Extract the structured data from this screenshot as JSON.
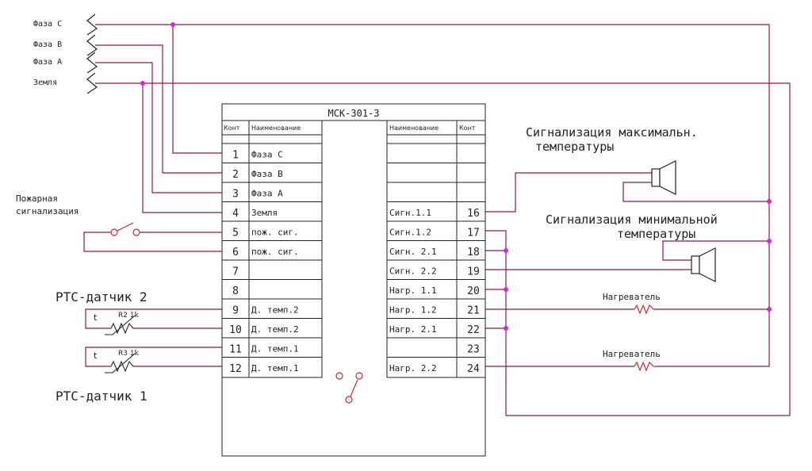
{
  "colors": {
    "wire": "#8b1a4a",
    "wire_red": "#cc2a2a",
    "junction": "#e020e0",
    "line": "#222222"
  },
  "supply": {
    "phase_c": "Фаза С",
    "phase_b": "Фаза В",
    "phase_a": "Фаза А",
    "ground": "Земля"
  },
  "device": {
    "title": "МСК-301-3",
    "left_header_kont": "Конт",
    "left_header_name": "Наименование",
    "right_header_name": "Наименование",
    "right_header_kont": "Конт",
    "left_rows": [
      {
        "num": "1",
        "name": "Фаза С"
      },
      {
        "num": "2",
        "name": "Фаза В"
      },
      {
        "num": "3",
        "name": "Фаза А"
      },
      {
        "num": "4",
        "name": "Земля"
      },
      {
        "num": "5",
        "name": "пож. сиг."
      },
      {
        "num": "6",
        "name": "пож. сиг."
      },
      {
        "num": "7",
        "name": ""
      },
      {
        "num": "8",
        "name": ""
      },
      {
        "num": "9",
        "name": "Д. темп.2"
      },
      {
        "num": "10",
        "name": "Д. темп.2"
      },
      {
        "num": "11",
        "name": "Д. темп.1"
      },
      {
        "num": "12",
        "name": "Д. темп.1"
      }
    ],
    "right_rows": [
      {
        "num": "",
        "name": ""
      },
      {
        "num": "",
        "name": ""
      },
      {
        "num": "",
        "name": ""
      },
      {
        "num": "16",
        "name": "Сигн.1.1"
      },
      {
        "num": "17",
        "name": "Сигн.1.2"
      },
      {
        "num": "18",
        "name": "Сигн. 2.1"
      },
      {
        "num": "19",
        "name": "Сигн. 2.2"
      },
      {
        "num": "20",
        "name": "Нагр. 1.1"
      },
      {
        "num": "21",
        "name": "Нагр. 1.2"
      },
      {
        "num": "22",
        "name": "Нагр. 2.1"
      },
      {
        "num": "23",
        "name": ""
      },
      {
        "num": "24",
        "name": "Нагр. 2.2"
      }
    ]
  },
  "labels": {
    "fire_alarm_1": "Пожарная",
    "fire_alarm_2": "сигнализация",
    "ptc2": "PTC-датчик 2",
    "ptc1": "PTC-датчик 1",
    "r2": "R2 1k",
    "r3": "R3 1k",
    "t": "t",
    "alarm_max_1": "Сигнализация максимальн.",
    "alarm_max_2": "температуры",
    "alarm_min_1": "Сигнализация минимальной",
    "alarm_min_2": "температуры",
    "heater": "Нагреватель"
  }
}
